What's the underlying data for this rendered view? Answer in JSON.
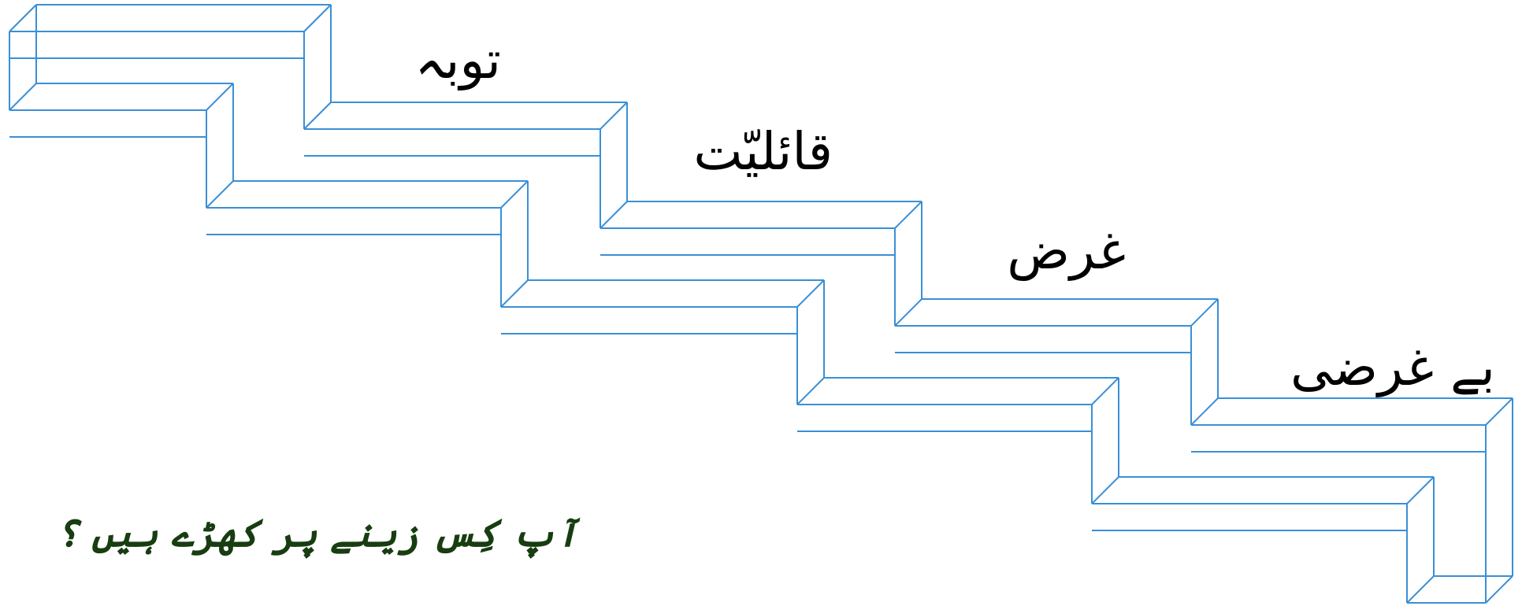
{
  "colors": {
    "stair_line": "#3a8fd6",
    "label_text": "#000000",
    "question_text": "#173d10"
  },
  "steps": [
    {
      "label": "توبہ"
    },
    {
      "label": "قائلیّت"
    },
    {
      "label": "غرض"
    },
    {
      "label": "بے غرضی"
    }
  ],
  "question": "آپ کِس زینے پر کھڑے ہیں ؟"
}
